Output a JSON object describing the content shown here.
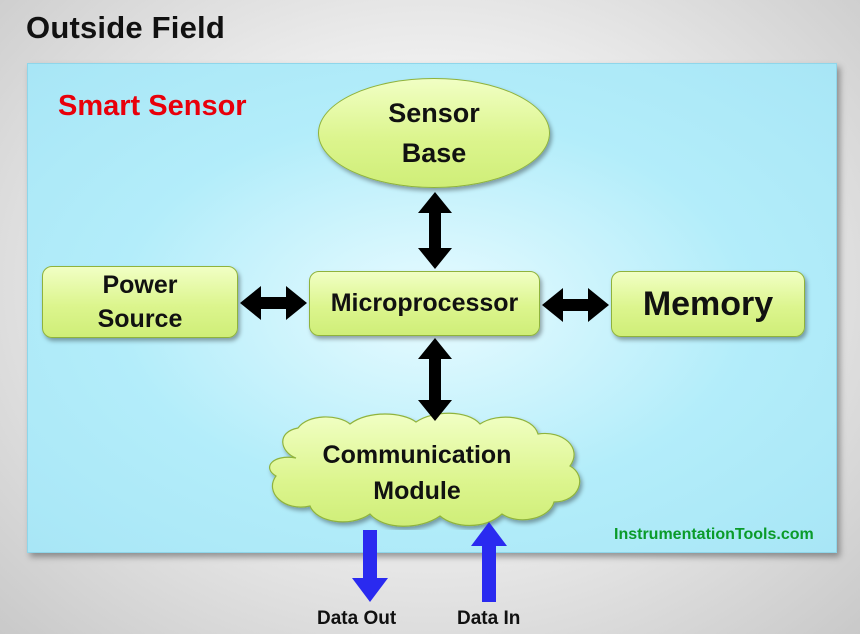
{
  "header": {
    "title": "Outside Field"
  },
  "diagram": {
    "subtitle": "Smart Sensor",
    "nodes": {
      "sensor_base": "Sensor\nBase",
      "power_source": "Power\nSource",
      "microprocessor": "Microprocessor",
      "memory": "Memory",
      "communication_module": "Communication\nModule"
    },
    "io": {
      "data_out": "Data Out",
      "data_in": "Data In"
    },
    "watermark": "InstrumentationTools.com"
  },
  "colors": {
    "title_red": "#e8000b",
    "node_fill": "#dcf58e",
    "panel_fill": "#b3edfa",
    "arrow_black": "#000000",
    "arrow_blue": "#2a2af0",
    "watermark_green": "#0a9b2a"
  }
}
